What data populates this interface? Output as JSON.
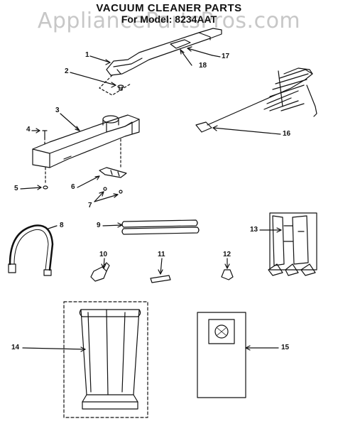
{
  "header": {
    "title": "VACUUM CLEANER PARTS",
    "subtitle": "For Model: 8234AAT"
  },
  "watermark": "AppliancePartsPros.com",
  "callouts": [
    "1",
    "2",
    "3",
    "4",
    "5",
    "6",
    "7",
    "8",
    "9",
    "10",
    "11",
    "12",
    "13",
    "14",
    "15",
    "16",
    "17",
    "18"
  ],
  "colors": {
    "line": "#111111",
    "paper": "#ffffff",
    "watermark": "#9a9a9a"
  }
}
